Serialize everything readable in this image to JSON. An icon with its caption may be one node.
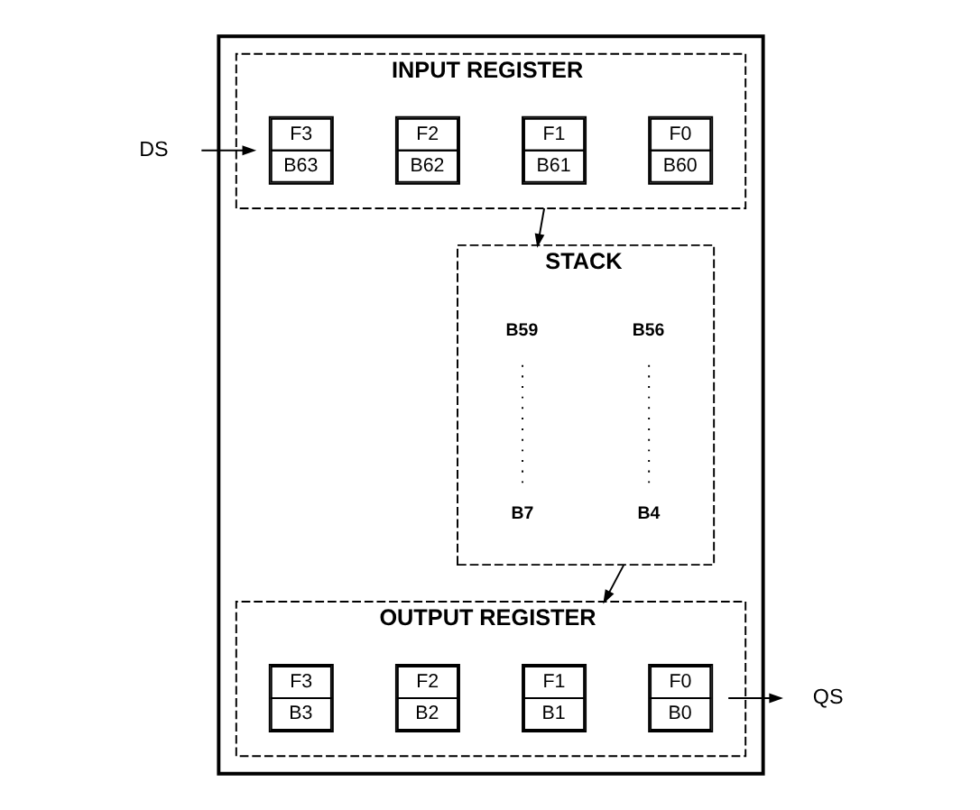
{
  "diagram": {
    "nodes": [
      {
        "text": [],
        "shape": "box"
      },
      {
        "text": [
          "INPUT REGISTER"
        ],
        "in": 0
      },
      {
        "text": [
          "F3",
          "B63"
        ],
        "in": 1
      },
      {
        "text": [
          "F2",
          "B62"
        ],
        "in": 1
      },
      {
        "text": [
          "F1",
          "B61"
        ],
        "in": 1
      },
      {
        "text": [
          "F0",
          "B60"
        ],
        "in": 1
      },
      {
        "text": [
          "STACK"
        ],
        "in": 0
      },
      {
        "text": [
          "OUTPUT REGISTER"
        ],
        "in": 0
      },
      {
        "text": [
          "F3",
          "B3"
        ],
        "in": 7
      },
      {
        "text": [
          "F2",
          "B2"
        ],
        "in": 7
      },
      {
        "text": [
          "F1",
          "B1"
        ],
        "in": 7
      },
      {
        "text": [
          "F0",
          "B0"
        ],
        "in": 7
      },
      {
        "text": [
          "DS"
        ]
      },
      {
        "text": [
          "QS"
        ]
      }
    ],
    "edges": [
      {
        "from": 12,
        "to": 2,
        "arrow": "to"
      },
      {
        "from": 1,
        "to": 6,
        "arrow": "to"
      },
      {
        "from": 6,
        "to": 7,
        "arrow": "to"
      },
      {
        "from": 11,
        "to": 13,
        "arrow": "to"
      }
    ],
    "labels": [
      "B59",
      "B56",
      "B7",
      "B4"
    ]
  }
}
